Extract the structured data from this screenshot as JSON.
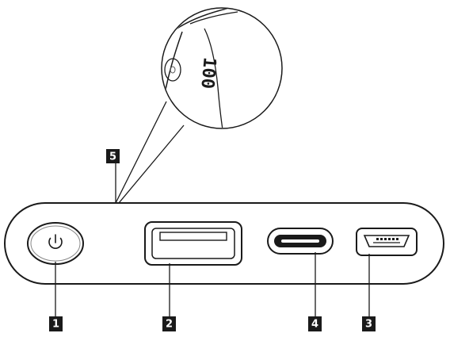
{
  "callouts": {
    "power_button": "1",
    "usb_a_port": "2",
    "micro_usb_port": "3",
    "usb_c_port": "4",
    "battery_display": "5"
  },
  "display": {
    "reading": "100"
  },
  "icons": {
    "power": "power-symbol",
    "usb_a": "usb-a-port",
    "usb_c": "usb-c-port",
    "micro_usb": "micro-usb-port"
  },
  "colors": {
    "outline": "#1a1a1a",
    "callout_box": "#1a1a1a",
    "callout_text": "#ffffff",
    "device_fill": "#ffffff"
  }
}
